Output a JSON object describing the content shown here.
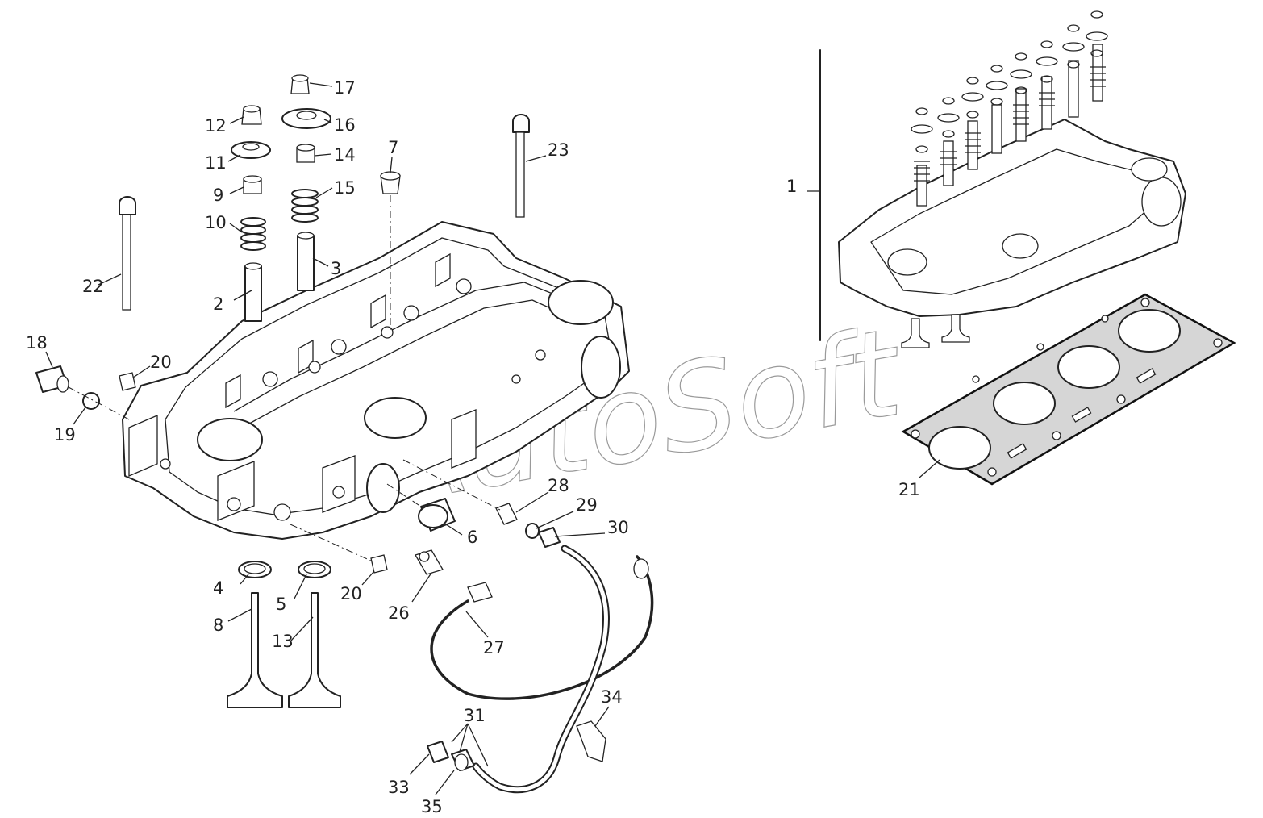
{
  "watermark": "AutoSoft",
  "callouts": {
    "c1": "1",
    "c2": "2",
    "c3": "3",
    "c4": "4",
    "c5": "5",
    "c6": "6",
    "c7": "7",
    "c8": "8",
    "c9": "9",
    "c10": "10",
    "c11": "11",
    "c12": "12",
    "c13": "13",
    "c14": "14",
    "c15": "15",
    "c16": "16",
    "c17": "17",
    "c18": "18",
    "c19": "19",
    "c20a": "20",
    "c20b": "20",
    "c21": "21",
    "c22": "22",
    "c23": "23",
    "c26": "26",
    "c27": "27",
    "c28": "28",
    "c29": "29",
    "c30": "30",
    "c31": "31",
    "c33": "33",
    "c34": "34",
    "c35": "35"
  }
}
